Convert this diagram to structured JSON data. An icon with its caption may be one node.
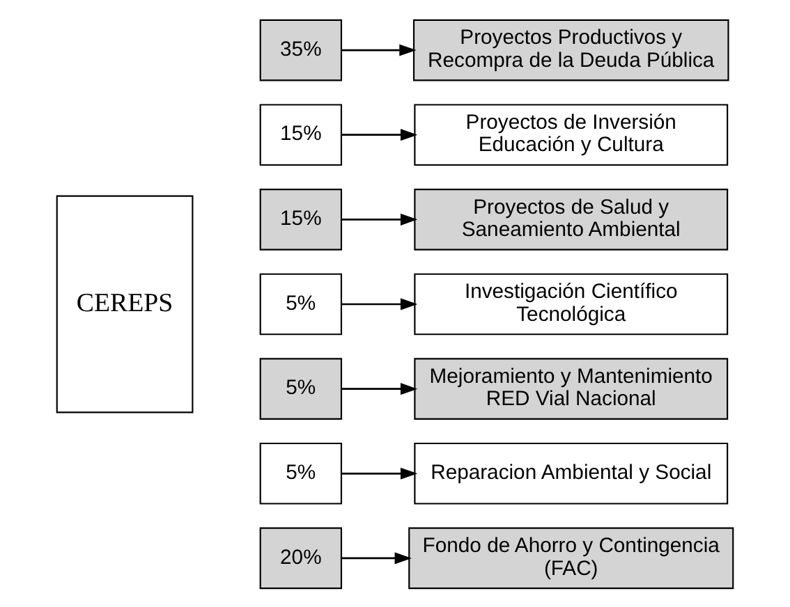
{
  "diagram": {
    "nodes": [
      {
        "text": [
          "CEREPS"
        ]
      },
      {
        "text": [
          "35%"
        ]
      },
      {
        "text": [
          "Proyectos Productivos y Recompra de la Deuda Pública"
        ]
      },
      {
        "text": [
          "15%"
        ]
      },
      {
        "text": [
          "Proyectos de Inversión Educación y Cultura"
        ]
      },
      {
        "text": [
          "15%"
        ]
      },
      {
        "text": [
          "Proyectos de Salud y Saneamiento Ambiental"
        ]
      },
      {
        "text": [
          "5%"
        ]
      },
      {
        "text": [
          "Investigación Científico Tecnológica"
        ]
      },
      {
        "text": [
          "5%"
        ]
      },
      {
        "text": [
          "Mejoramiento y Mantenimiento RED Vial Nacional"
        ]
      },
      {
        "text": [
          "5%"
        ]
      },
      {
        "text": [
          "Reparacion Ambiental y Social"
        ]
      },
      {
        "text": [
          "20%"
        ]
      },
      {
        "text": [
          "Fondo de Ahorro y Contingencia (FAC)"
        ]
      }
    ],
    "edges": [
      {
        "from": 1,
        "to": 2,
        "arrow": "to"
      },
      {
        "from": 3,
        "to": 4,
        "arrow": "to"
      },
      {
        "from": 5,
        "to": 6,
        "arrow": "to"
      },
      {
        "from": 7,
        "to": 8,
        "arrow": "to"
      },
      {
        "from": 9,
        "to": 10,
        "arrow": "to"
      },
      {
        "from": 11,
        "to": 12,
        "arrow": "to"
      },
      {
        "from": 13,
        "to": 14,
        "arrow": "to"
      }
    ]
  }
}
